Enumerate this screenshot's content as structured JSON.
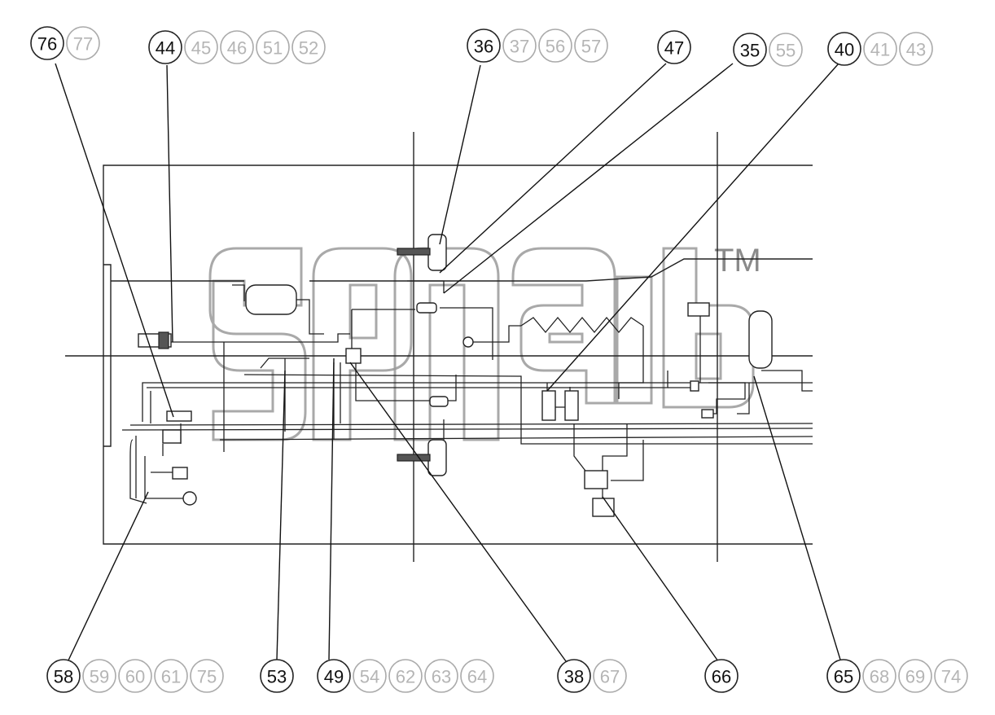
{
  "watermark": {
    "trademark": "TM"
  },
  "callouts": [
    {
      "id": "g76",
      "labels": [
        "76",
        "77"
      ]
    },
    {
      "id": "g44",
      "labels": [
        "44",
        "45",
        "46",
        "51",
        "52"
      ]
    },
    {
      "id": "g36",
      "labels": [
        "36",
        "37",
        "56",
        "57"
      ]
    },
    {
      "id": "g47",
      "labels": [
        "47"
      ]
    },
    {
      "id": "g35",
      "labels": [
        "35",
        "55"
      ]
    },
    {
      "id": "g40",
      "labels": [
        "40",
        "41",
        "43"
      ]
    },
    {
      "id": "g58",
      "labels": [
        "58",
        "59",
        "60",
        "61",
        "75"
      ]
    },
    {
      "id": "g53",
      "labels": [
        "53"
      ]
    },
    {
      "id": "g49",
      "labels": [
        "49",
        "54",
        "62",
        "63",
        "64"
      ]
    },
    {
      "id": "g38",
      "labels": [
        "38",
        "67"
      ]
    },
    {
      "id": "g66",
      "labels": [
        "66"
      ]
    },
    {
      "id": "g65",
      "labels": [
        "65",
        "68",
        "69",
        "74"
      ]
    }
  ],
  "colors": {
    "primary_stroke": "#222222",
    "secondary_stroke": "#aaaaaa",
    "secondary_text": "#b5b5b5",
    "watermark": "#9a9a9a"
  }
}
